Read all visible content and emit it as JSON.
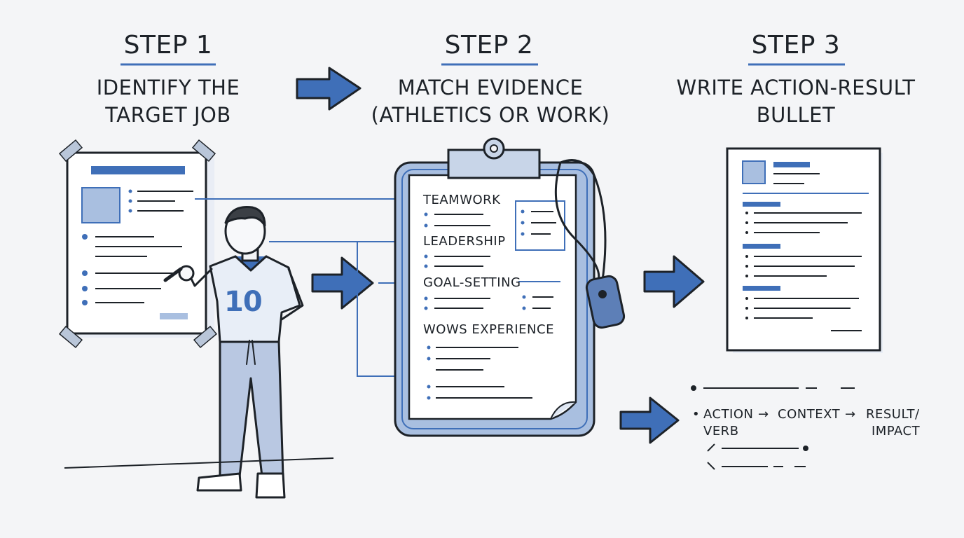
{
  "steps": [
    {
      "title": "STEP 1",
      "desc_line1": "IDENTIFY THE",
      "desc_line2": "TARGET JOB"
    },
    {
      "title": "STEP 2",
      "desc_line1": "MATCH EVIDENCE",
      "desc_line2": "(ATHLETICS OR WORK)"
    },
    {
      "title": "STEP 3",
      "desc_line1": "WRITE ACTION-RESULT",
      "desc_line2": "BULLET"
    }
  ],
  "athlete": {
    "jersey_number": "10"
  },
  "clipboard": {
    "items": [
      "TEAMWORK",
      "LEADERSHIP",
      "GOAL-SETTING",
      "WOWS EXPERIENCE"
    ]
  },
  "formula": {
    "action": "ACTION",
    "verb": "VERB",
    "arrow1": "→",
    "context": "CONTEXT",
    "arrow2": "→",
    "result": "RESULT/",
    "impact": "IMPACT"
  },
  "colors": {
    "accent": "#3f6fb8",
    "ink": "#1d2228",
    "light_blue": "#a9bfe0",
    "paper": "#f4f5f7"
  }
}
